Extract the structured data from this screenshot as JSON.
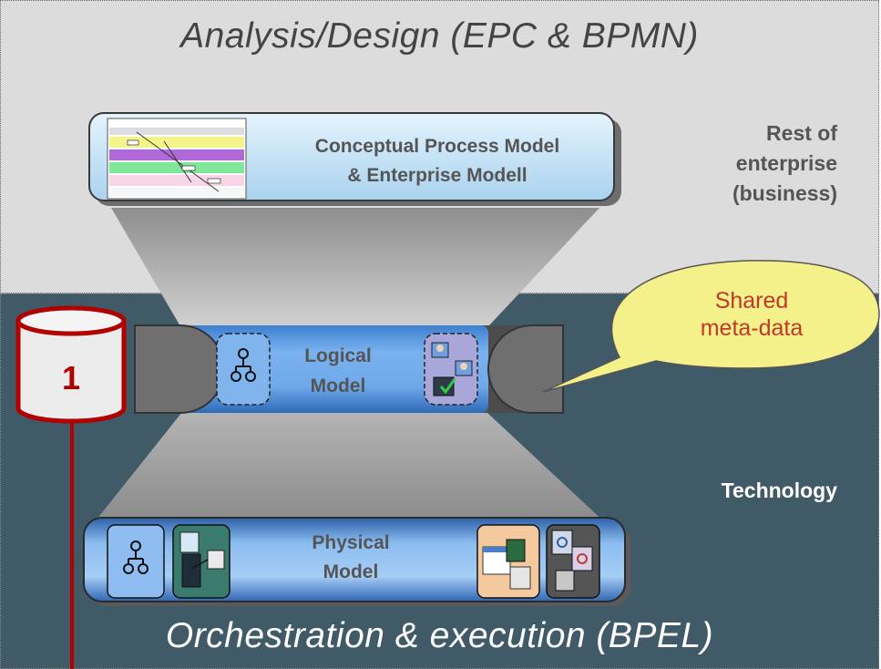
{
  "headings": {
    "analysis_design": "Analysis/Design (EPC & BPMN)",
    "orchestration": "Orchestration & execution (BPEL)"
  },
  "side_labels": {
    "business_lines": [
      "Rest of",
      "enterprise",
      "(business)"
    ],
    "technology": "Technology"
  },
  "models": {
    "conceptual_lines": [
      "Conceptual Process Model",
      "& Enterprise Modell"
    ],
    "logical_lines": [
      "Logical",
      "Model"
    ],
    "physical_lines": [
      "Physical",
      "Model"
    ]
  },
  "callout_lines": [
    "Shared",
    "meta-data"
  ],
  "repository_number": "1",
  "icons": {
    "conceptual": "process-swimlane-thumbnail-icon",
    "logical_left": "org-chart-icon",
    "logical_right": "people-checklist-icon",
    "physical_1": "org-chart-icon",
    "physical_2": "server-document-icon",
    "physical_3": "application-stack-icon",
    "physical_4": "gear-components-icon"
  },
  "colors": {
    "top_region": "#dcdcdc",
    "bottom_region": "#405a68",
    "callout_fill": "#f4f08a",
    "callout_text": "#c0392b",
    "repository_border": "#b00000"
  }
}
